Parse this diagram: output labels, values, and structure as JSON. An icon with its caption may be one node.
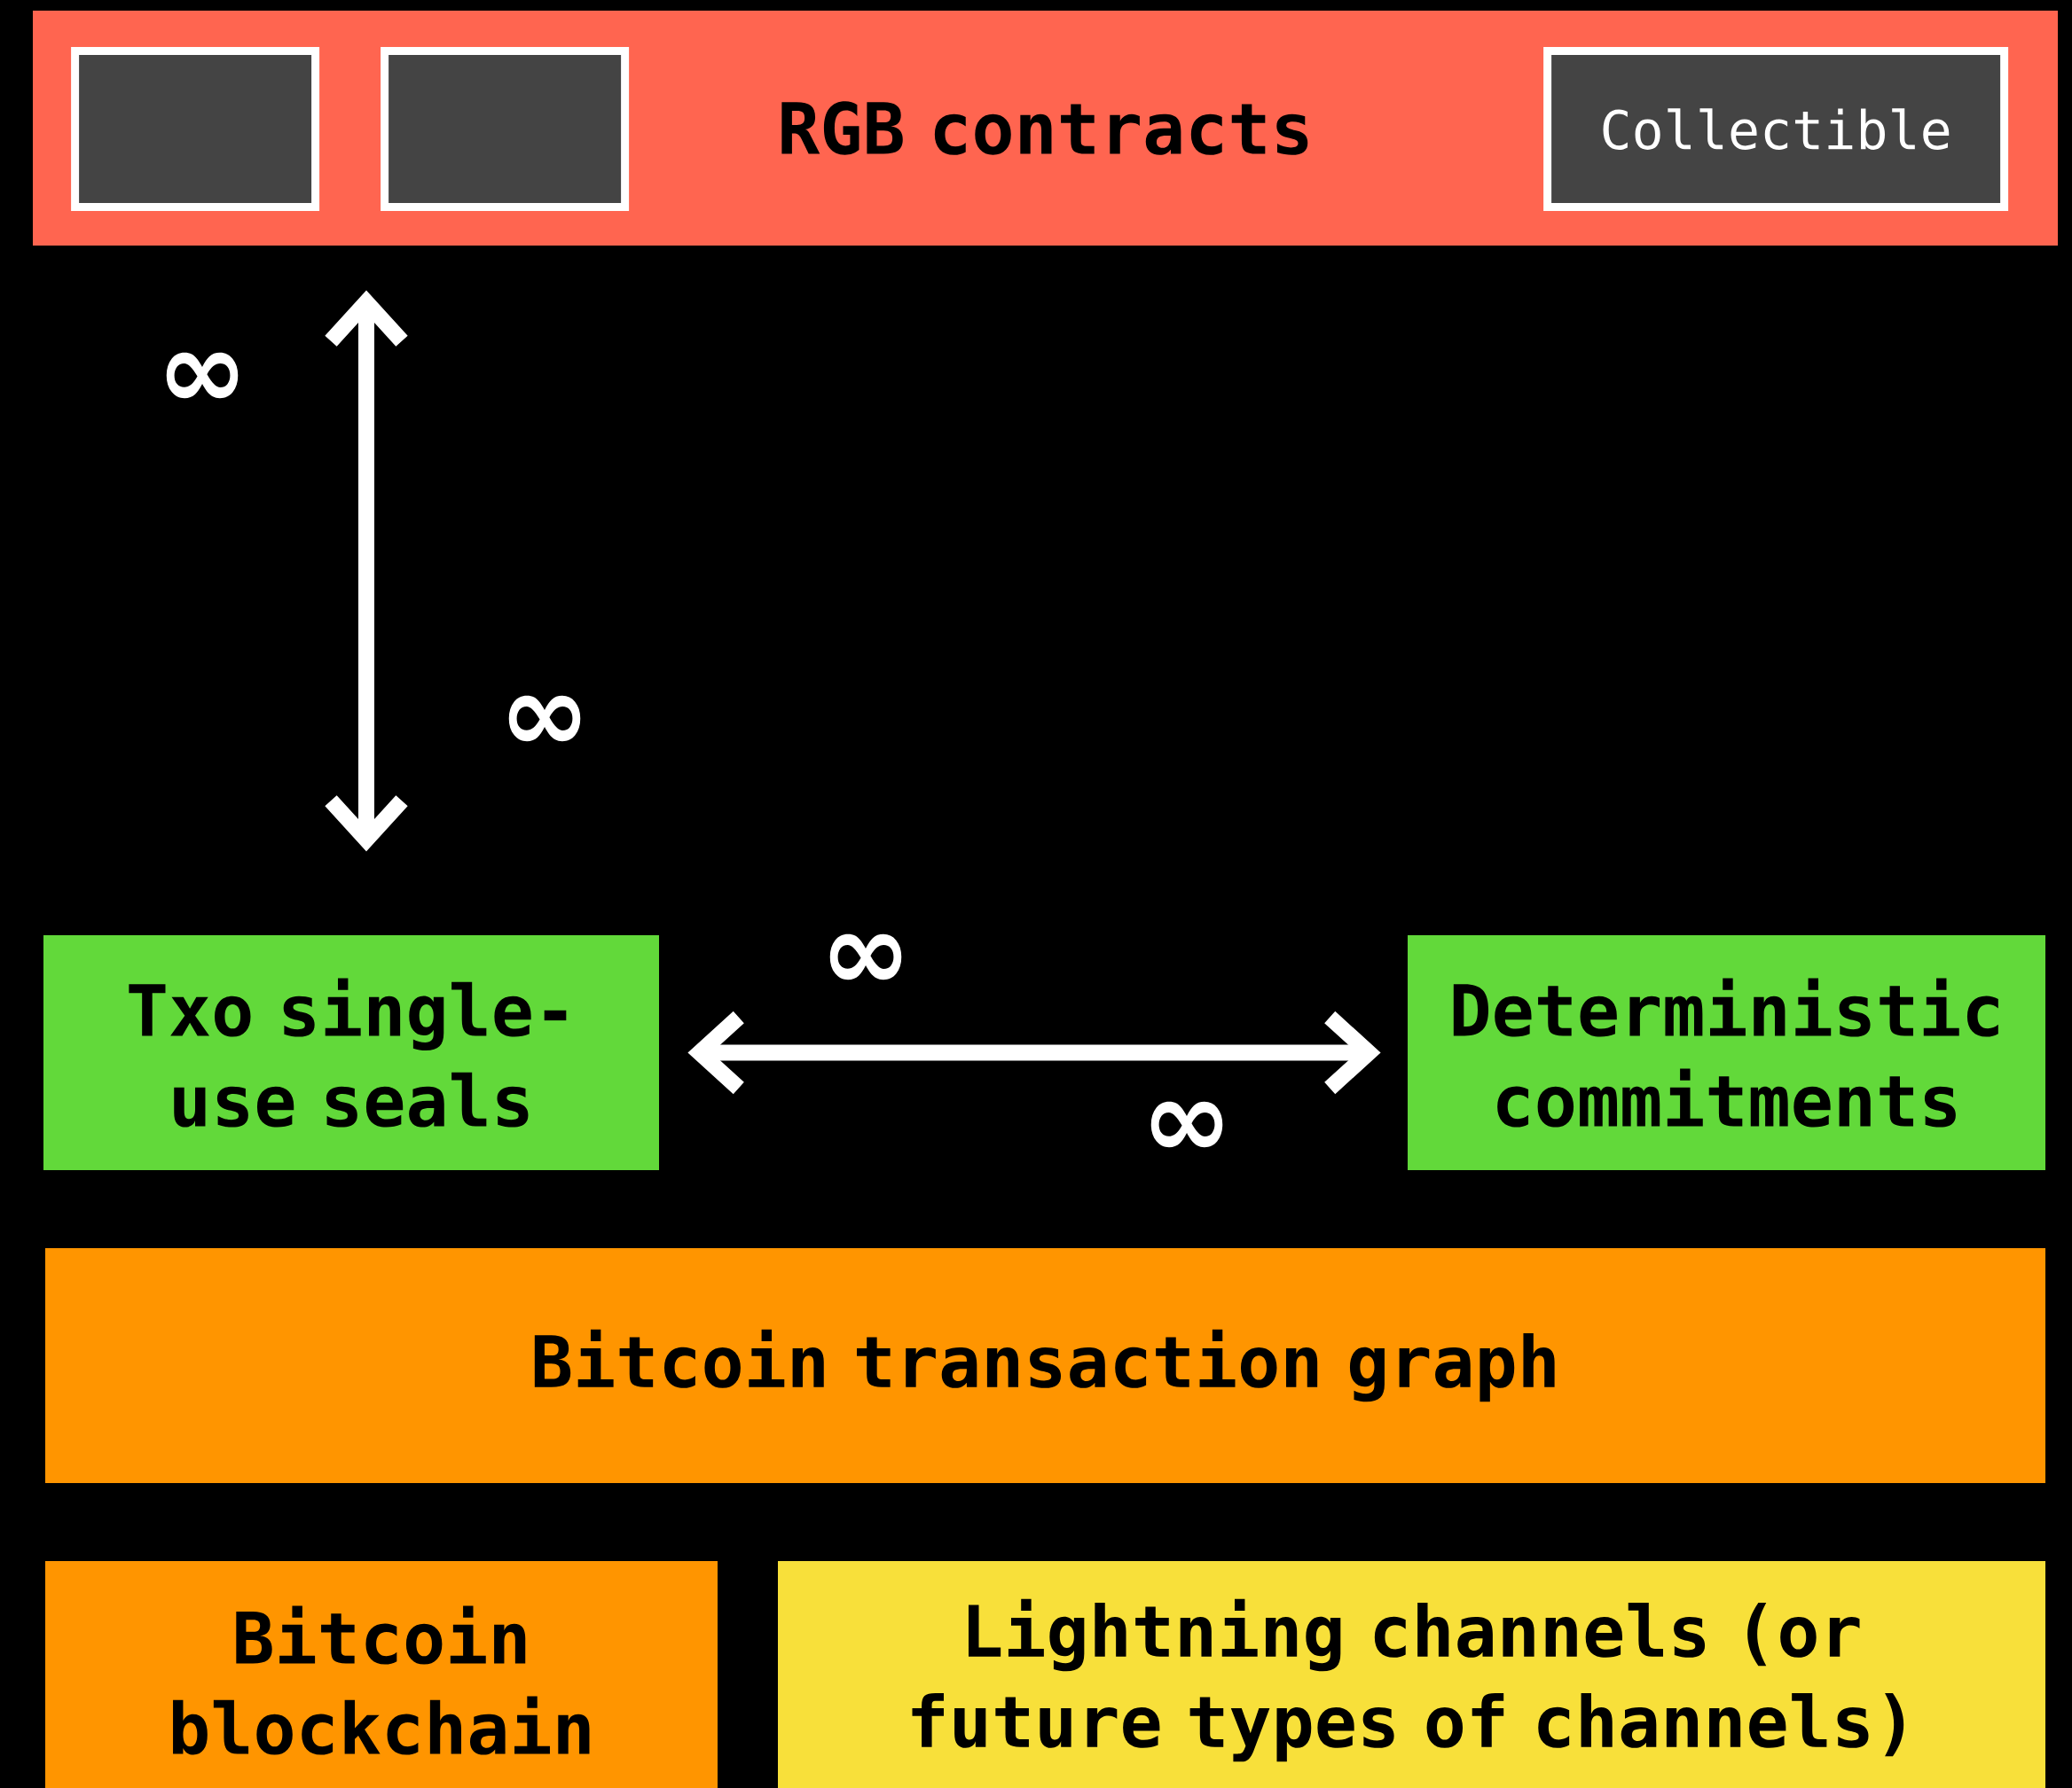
{
  "diagram": {
    "nodes": [
      {
        "text": [
          "RGB contracts"
        ]
      },
      {
        "text": [],
        "shape": "box",
        "in": 0
      },
      {
        "text": [],
        "shape": "box",
        "in": 0
      },
      {
        "text": [
          "Collectible"
        ],
        "in": 0
      },
      {
        "text": [
          "Txo single-use seals"
        ]
      },
      {
        "text": [
          "Deterministic commitments"
        ]
      },
      {
        "text": [
          "Bitcoin transaction graph"
        ]
      },
      {
        "text": [
          "Bitcoin blockchain"
        ]
      },
      {
        "text": [
          "Lightning channels (or future types of channels)"
        ]
      }
    ],
    "edges": [
      {
        "from": 0,
        "to": 4,
        "arrow": "both"
      },
      {
        "from": 4,
        "to": 5,
        "arrow": "both"
      }
    ],
    "labels": [
      "∞",
      "∞",
      "∞",
      "∞"
    ]
  }
}
